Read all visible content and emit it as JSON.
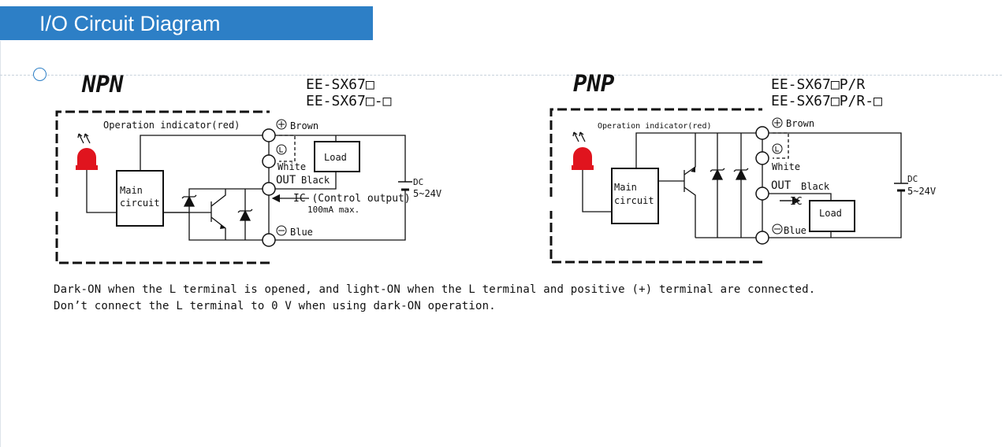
{
  "header": {
    "title": "I/O Circuit Diagram"
  },
  "npn": {
    "heading": "NPN",
    "model_1": "EE-SX67□",
    "model_2": "EE-SX67□-□",
    "indicator_label": "Operation indicator(red)",
    "main_circuit_1": "Main",
    "main_circuit_2": "circuit",
    "terminal_brown": "Brown",
    "terminal_white": "White",
    "terminal_out": "OUT",
    "terminal_black": "Black",
    "terminal_blue": "Blue",
    "ic_label": "IC (Control output)",
    "ic_rating": "100mA max.",
    "load_label": "Load",
    "dc_label": "DC",
    "voltage_label": "5~24V"
  },
  "pnp": {
    "heading": "PNP",
    "model_1": "EE-SX67□P/R",
    "model_2": "EE-SX67□P/R-□",
    "indicator_label": "Operation indicator(red)",
    "main_circuit_1": "Main",
    "main_circuit_2": "circuit",
    "terminal_brown": "Brown",
    "terminal_white": "White",
    "terminal_out": "OUT",
    "terminal_black": "Black",
    "terminal_blue": "Blue",
    "ic_label": "IC",
    "load_label": "Load",
    "dc_label": "DC",
    "voltage_label": "5~24V"
  },
  "notes": {
    "line_1": "Dark-ON when the L terminal is opened, and light-ON when the L terminal and positive (+) terminal are connected.",
    "line_2": "Don’t connect the L terminal to 0 V when using dark-ON operation."
  },
  "colors": {
    "header_bg": "#2d7fc6",
    "led_red": "#e0141e"
  }
}
